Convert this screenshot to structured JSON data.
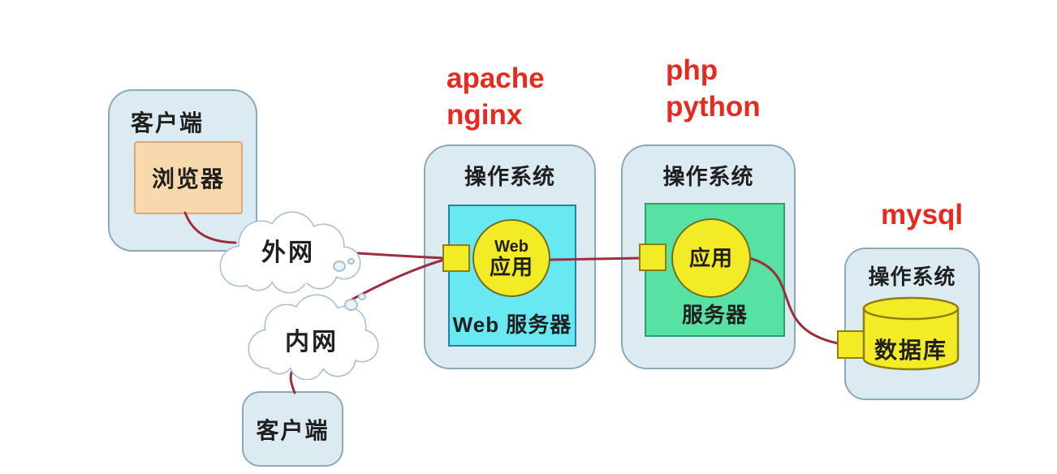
{
  "colors": {
    "accent_red": "#e8291f",
    "panel_fill": "#dcebf2",
    "panel_border": "#8ca9ba",
    "cyan_fill": "#68e9f2",
    "cyan_border": "#2b7fa6",
    "green_fill": "#57e2a4",
    "green_border": "#2fa06d",
    "yellow_fill": "#f3eb26",
    "yellow_border": "#8f7f12",
    "circle_border": "#6f6f24",
    "orange_fill": "#f8d8ad",
    "orange_border": "#e2a873",
    "wire_red": "#9c2e3e",
    "cloud_border": "#a9bfd0",
    "text_dark": "#1f1f1f"
  },
  "annotations": {
    "web_server_software": {
      "line1": "apache",
      "line2": "nginx"
    },
    "app_server_software": {
      "line1": "php",
      "line2": "python"
    },
    "database_software": "mysql"
  },
  "nodes": {
    "client_top": {
      "label": "客户端",
      "browser": "浏览器"
    },
    "external_network": "外网",
    "internal_network": "内网",
    "client_bottom": "客户端",
    "web_server": {
      "os": "操作系统",
      "app_top": "Web",
      "app_bottom": "应用",
      "box": "Web 服务器"
    },
    "app_server": {
      "os": "操作系统",
      "app": "应用",
      "box": "服务器"
    },
    "db_server": {
      "os": "操作系统",
      "db": "数据库"
    }
  }
}
